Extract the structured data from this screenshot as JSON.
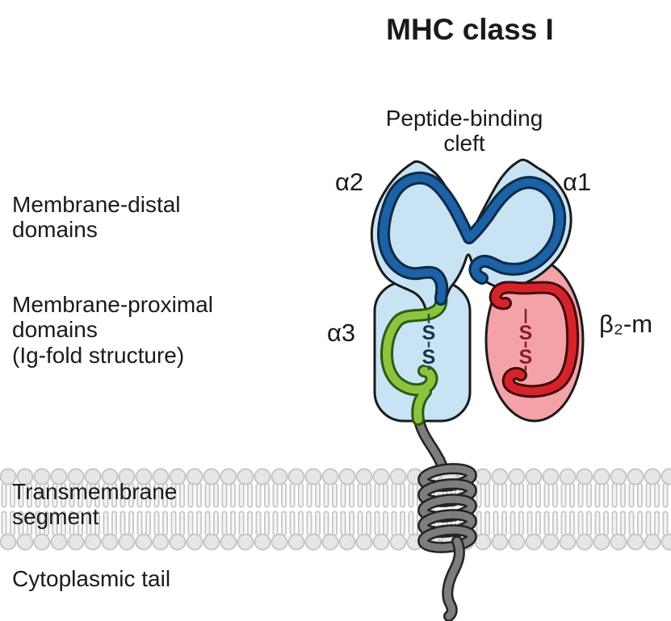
{
  "title": "MHC class I",
  "molecule": {
    "cleft_label": "Peptide-binding\ncleft",
    "alpha1": "α1",
    "alpha2": "α2",
    "alpha3": "α3",
    "beta2m": "β₂-m",
    "alpha3_ss": [
      "S",
      "S"
    ],
    "beta2m_ss": [
      "S",
      "S"
    ]
  },
  "annotations": {
    "membrane_distal": "Membrane-distal\ndomains",
    "membrane_proximal": "Membrane-proximal\ndomains\n(Ig-fold structure)",
    "transmembrane": "Transmembrane\nsegment",
    "cytoplasmic": "Cytoplasmic tail"
  },
  "colors": {
    "domain_blue": "#c7e3f4",
    "ribbon_blue": "#1d61a6",
    "ribbon_blue_edge": "#0e2a44",
    "domain_pink": "#f3a2a8",
    "ribbon_red": "#d6232b",
    "ribbon_red_edge": "#420a0c",
    "ribbon_green": "#8bc53f",
    "ribbon_green_edge": "#2d5a12",
    "outline": "#1a1a1a",
    "gray_tail": "#7d7d7d",
    "gray_tail_edge": "#222222",
    "membrane_head_fill": "#e6e6e6",
    "membrane_stroke": "#c6c6c6",
    "membrane_tail_fill": "#f4f4f4",
    "ss_blue": "#16324f",
    "ss_blue_line": "#39424b",
    "ss_red": "#8e1b21",
    "ss_red_line": "#7c2025",
    "text": "#1a1a1a"
  }
}
